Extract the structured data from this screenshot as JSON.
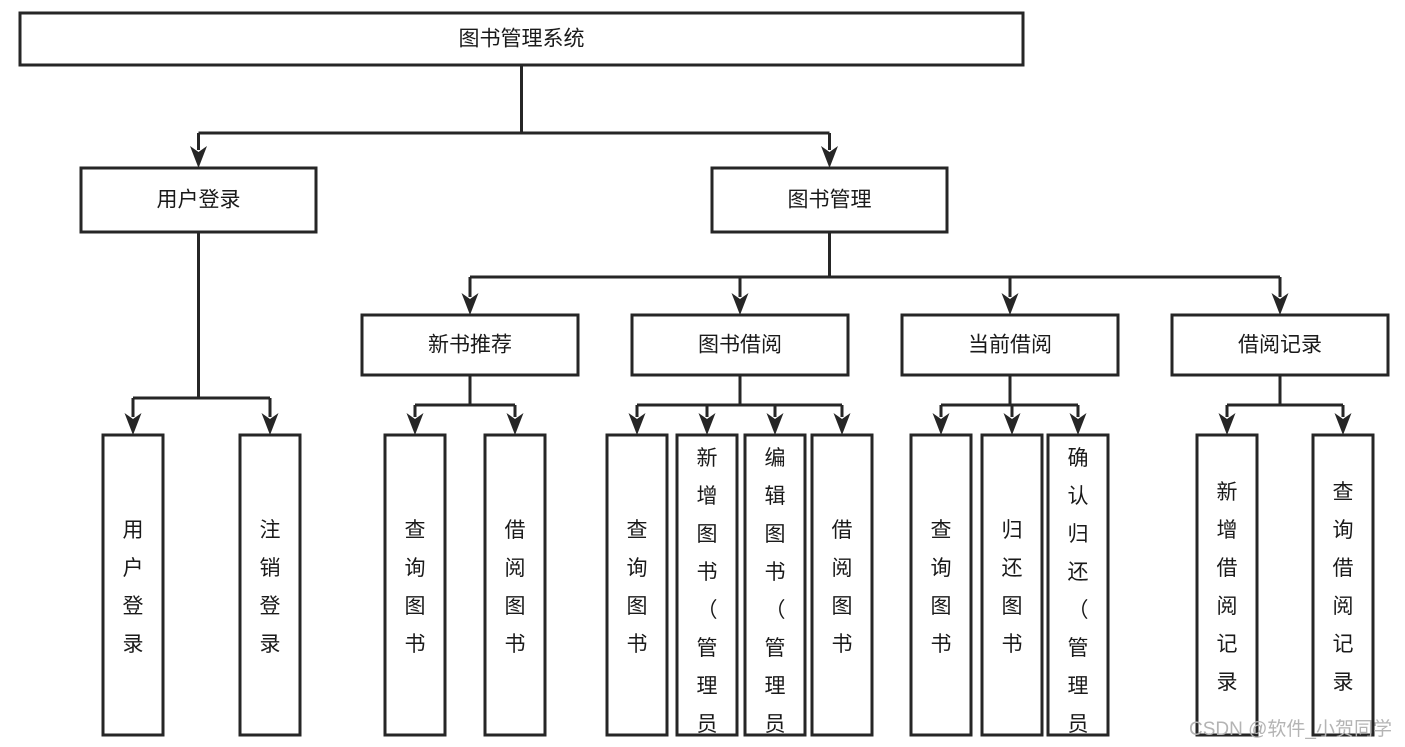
{
  "diagram": {
    "type": "tree",
    "title": "图书管理系统",
    "orientation": "top-down",
    "nodes": {
      "root": {
        "label": "图书管理系统",
        "level": 0,
        "text_orientation": "horizontal"
      },
      "user_login": {
        "label": "用户登录",
        "level": 1,
        "text_orientation": "horizontal"
      },
      "book_manage": {
        "label": "图书管理",
        "level": 1,
        "text_orientation": "horizontal"
      },
      "new_book_rec": {
        "label": "新书推荐",
        "level": 2,
        "text_orientation": "horizontal"
      },
      "book_borrow": {
        "label": "图书借阅",
        "level": 2,
        "text_orientation": "horizontal"
      },
      "current_borrow": {
        "label": "当前借阅",
        "level": 2,
        "text_orientation": "horizontal"
      },
      "borrow_record": {
        "label": "借阅记录",
        "level": 2,
        "text_orientation": "horizontal"
      },
      "leaf_user_login": {
        "label": "用户登录",
        "level": 2,
        "text_orientation": "vertical"
      },
      "leaf_logout": {
        "label": "注销登录",
        "level": 2,
        "text_orientation": "vertical"
      },
      "leaf_query_book_1": {
        "label": "查询图书",
        "level": 3,
        "text_orientation": "vertical"
      },
      "leaf_borrow_book_1": {
        "label": "借阅图书",
        "level": 3,
        "text_orientation": "vertical"
      },
      "leaf_query_book_2": {
        "label": "查询图书",
        "level": 3,
        "text_orientation": "vertical"
      },
      "leaf_add_book": {
        "label": "新增图书（管理员）",
        "level": 3,
        "text_orientation": "vertical"
      },
      "leaf_edit_book": {
        "label": "编辑图书（管理员）",
        "level": 3,
        "text_orientation": "vertical"
      },
      "leaf_borrow_book_2": {
        "label": "借阅图书",
        "level": 3,
        "text_orientation": "vertical"
      },
      "leaf_query_book_3": {
        "label": "查询图书",
        "level": 3,
        "text_orientation": "vertical"
      },
      "leaf_return_book": {
        "label": "归还图书",
        "level": 3,
        "text_orientation": "vertical"
      },
      "leaf_confirm_return": {
        "label": "确认归还（管理员）",
        "level": 3,
        "text_orientation": "vertical"
      },
      "leaf_add_record": {
        "label": "新增借阅记录",
        "level": 3,
        "text_orientation": "vertical"
      },
      "leaf_query_record": {
        "label": "查询借阅记录",
        "level": 3,
        "text_orientation": "vertical"
      }
    },
    "edges": [
      {
        "from": "root",
        "to": "user_login"
      },
      {
        "from": "root",
        "to": "book_manage"
      },
      {
        "from": "user_login",
        "to": "leaf_user_login"
      },
      {
        "from": "user_login",
        "to": "leaf_logout"
      },
      {
        "from": "book_manage",
        "to": "new_book_rec"
      },
      {
        "from": "book_manage",
        "to": "book_borrow"
      },
      {
        "from": "book_manage",
        "to": "current_borrow"
      },
      {
        "from": "book_manage",
        "to": "borrow_record"
      },
      {
        "from": "new_book_rec",
        "to": "leaf_query_book_1"
      },
      {
        "from": "new_book_rec",
        "to": "leaf_borrow_book_1"
      },
      {
        "from": "book_borrow",
        "to": "leaf_query_book_2"
      },
      {
        "from": "book_borrow",
        "to": "leaf_add_book"
      },
      {
        "from": "book_borrow",
        "to": "leaf_edit_book"
      },
      {
        "from": "book_borrow",
        "to": "leaf_borrow_book_2"
      },
      {
        "from": "current_borrow",
        "to": "leaf_query_book_3"
      },
      {
        "from": "current_borrow",
        "to": "leaf_return_book"
      },
      {
        "from": "current_borrow",
        "to": "leaf_confirm_return"
      },
      {
        "from": "borrow_record",
        "to": "leaf_add_record"
      },
      {
        "from": "borrow_record",
        "to": "leaf_query_record"
      }
    ],
    "colors": {
      "box_stroke": "#262626",
      "box_fill": "#ffffff",
      "text": "#1a1a1a",
      "connector": "#262626",
      "watermark": "#b4b4b4",
      "background": "#ffffff"
    }
  },
  "watermark": {
    "text": "CSDN @软件_小贺同学"
  }
}
